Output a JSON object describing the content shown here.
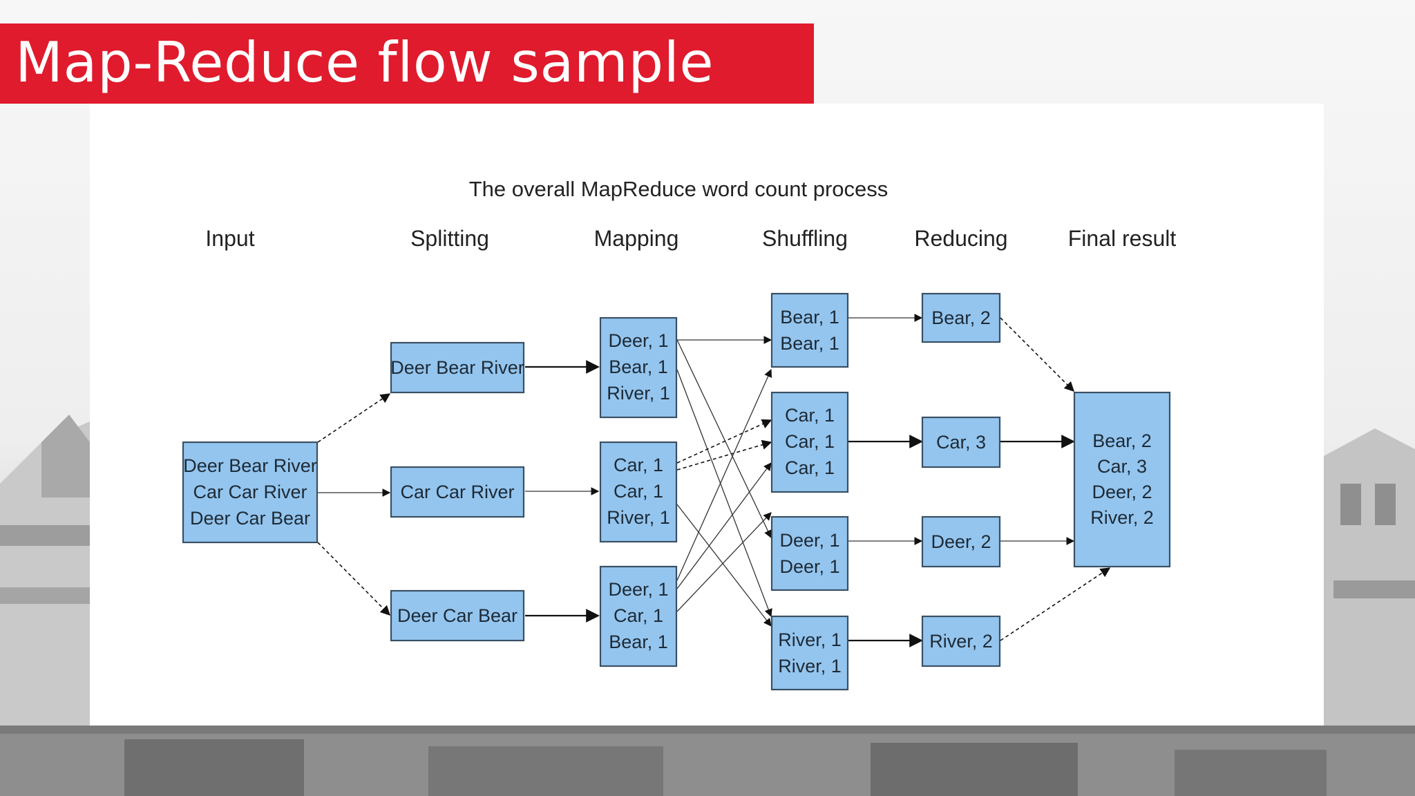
{
  "slide": {
    "title": "Map-Reduce flow sample"
  },
  "diagram": {
    "caption": "The overall MapReduce word count process",
    "stages": {
      "input": "Input",
      "splitting": "Splitting",
      "mapping": "Mapping",
      "shuffling": "Shuffling",
      "reducing": "Reducing",
      "final": "Final result"
    },
    "input_box": [
      "Deer Bear River",
      "Car Car River",
      "Deer Car Bear"
    ],
    "splits": [
      [
        "Deer Bear River"
      ],
      [
        "Car Car River"
      ],
      [
        "Deer Car Bear"
      ]
    ],
    "maps": [
      [
        "Deer, 1",
        "Bear, 1",
        "River, 1"
      ],
      [
        "Car, 1",
        "Car, 1",
        "River, 1"
      ],
      [
        "Deer, 1",
        "Car, 1",
        "Bear, 1"
      ]
    ],
    "shuffles": [
      [
        "Bear, 1",
        "Bear, 1"
      ],
      [
        "Car, 1",
        "Car, 1",
        "Car, 1"
      ],
      [
        "Deer, 1",
        "Deer, 1"
      ],
      [
        "River, 1",
        "River, 1"
      ]
    ],
    "reduces": [
      [
        "Bear, 2"
      ],
      [
        "Car, 3"
      ],
      [
        "Deer, 2"
      ],
      [
        "River, 2"
      ]
    ],
    "final_box": [
      "Bear, 2",
      "Car, 3",
      "Deer, 2",
      "River, 2"
    ]
  },
  "colors": {
    "title_bar": "#e01b2d",
    "box_fill": "#94c5ee",
    "box_stroke": "#3a4f63"
  }
}
